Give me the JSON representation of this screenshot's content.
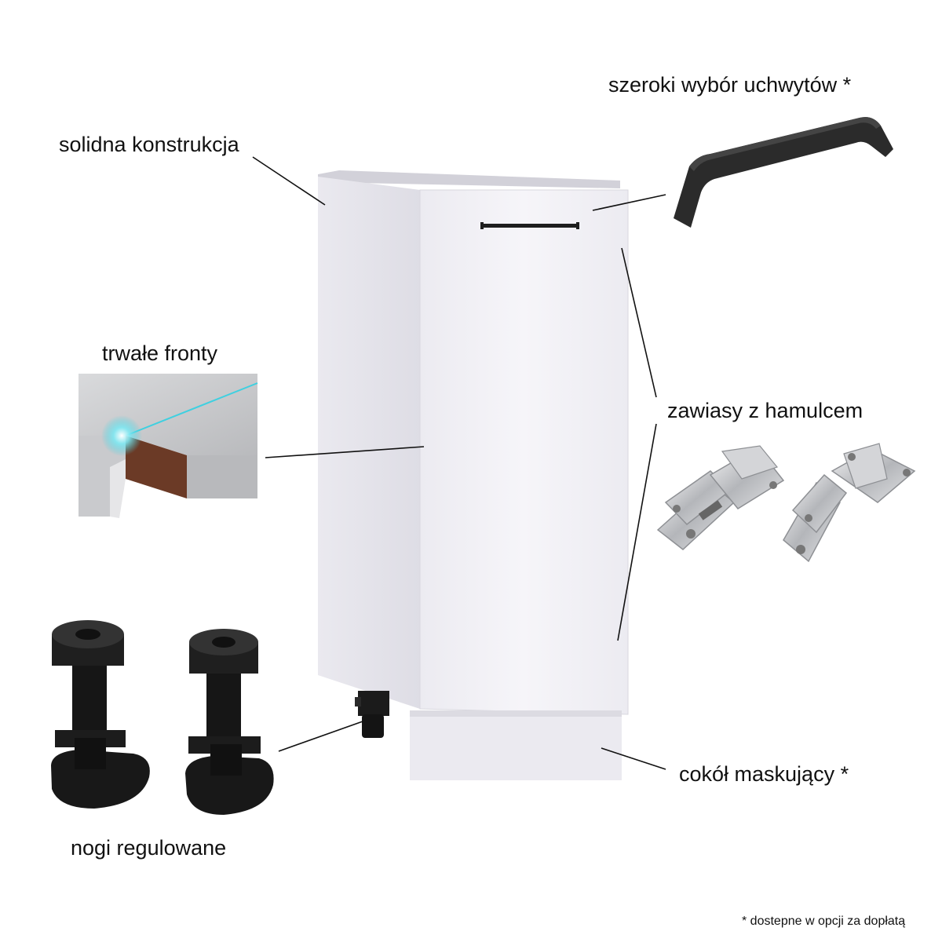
{
  "labels": {
    "handles": "szeroki wybór uchwytów *",
    "construction": "solidna konstrukcja",
    "fronts": "trwałe fronty",
    "hinges": "zawiasy z hamulcem",
    "legs": "nogi regulowane",
    "plinth": "cokół maskujący *"
  },
  "footnote": "* dostepne w opcji za dopłatą",
  "colors": {
    "background": "#ffffff",
    "cabinet_front": "#f1f0f5",
    "cabinet_side": "#e6e5ec",
    "handle": "#2b2b2b",
    "edge_core": "#6b3a26",
    "edge_glow": "#3fd0e0"
  }
}
